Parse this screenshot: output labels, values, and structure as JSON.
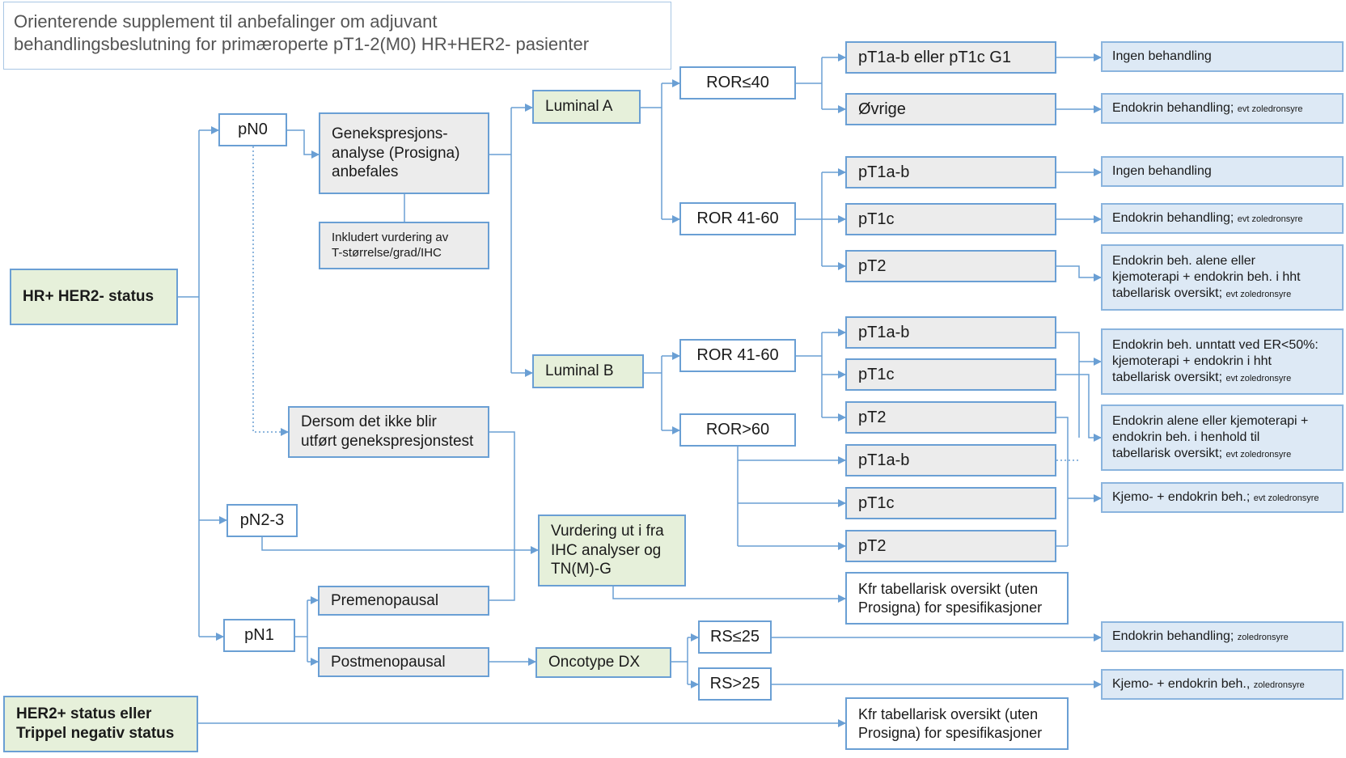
{
  "title": "Orienterende supplement til anbefalinger om adjuvant\nbehandlingsbeslutning  for primæroperte pT1-2(M0) HR+HER2- pasienter",
  "colors": {
    "border": "#6a9fd4",
    "grey": "#ececec",
    "green": "#e6f0da",
    "blue": "#dde9f5",
    "connector": "#6a9fd4"
  },
  "nodes": {
    "hr_her2": "HR+ HER2- status",
    "her2_tn": "HER2+ status eller\nTrippel negativ status",
    "pn0": "pN0",
    "pn23": "pN2-3",
    "pn1": "pN1",
    "gene": "Genekspresjons-\nanalyse (Prosigna)\nanbefales",
    "incl": "Inkludert vurdering av\nT-størrelse/grad/IHC",
    "dersom": "Dersom det ikke blir\nutført genekspresjonstest",
    "vurd": "Vurdering ut i fra\nIHC analyser og\nTN(M)-G",
    "premeno": "Premenopausal",
    "postmeno": "Postmenopausal",
    "oncotype": "Oncotype DX",
    "lumA": "Luminal A",
    "lumB": "Luminal B",
    "ror40": "ROR≤40",
    "ror4160a": "ROR 41-60",
    "ror4160b": "ROR 41-60",
    "ror60": "ROR>60",
    "rs25": "RS≤25",
    "rsgt25": "RS>25",
    "t1": "pT1a-b eller pT1c G1",
    "t2": "Øvrige",
    "t3": "pT1a-b",
    "t4": "pT1c",
    "t5": "pT2",
    "t6": "pT1a-b",
    "t7": "pT1c",
    "t8": "pT2",
    "t9": "pT1a-b",
    "t10": "pT1c",
    "t11": "pT2",
    "kfr1": "Kfr tabellarisk oversikt (uten\nProsigna) for spesifikasjoner",
    "kfr2": "Kfr tabellarisk oversikt (uten\nProsigna)  for spesifikasjoner"
  },
  "outcomes": {
    "o1": "Ingen behandling",
    "o2_main": "Endokrin behandling; ",
    "o2_note": "evt zoledronsyre",
    "o3": "Ingen behandling",
    "o4_main": "Endokrin behandling; ",
    "o4_note": "evt zoledronsyre",
    "o5_main": "Endokrin beh. alene eller\nkjemoterapi + endokrin beh. i hht\ntabellarisk oversikt; ",
    "o5_note": "evt zoledronsyre",
    "o6_main": "Endokrin beh. unntatt ved ER<50%:\nkjemoterapi + endokrin i hht\ntabellarisk oversikt; ",
    "o6_note": "evt zoledronsyre",
    "o7_main": "Endokrin alene eller kjemoterapi +\nendokrin beh. i henhold til\ntabellarisk oversikt; ",
    "o7_note": "evt zoledronsyre",
    "o8_main": "Kjemo- + endokrin beh.; ",
    "o8_note": "evt zoledronsyre",
    "o9_main": "Endokrin behandling; ",
    "o9_note": "zoledronsyre",
    "o10_main": "Kjemo- + endokrin beh., ",
    "o10_note": "zoledronsyre"
  }
}
